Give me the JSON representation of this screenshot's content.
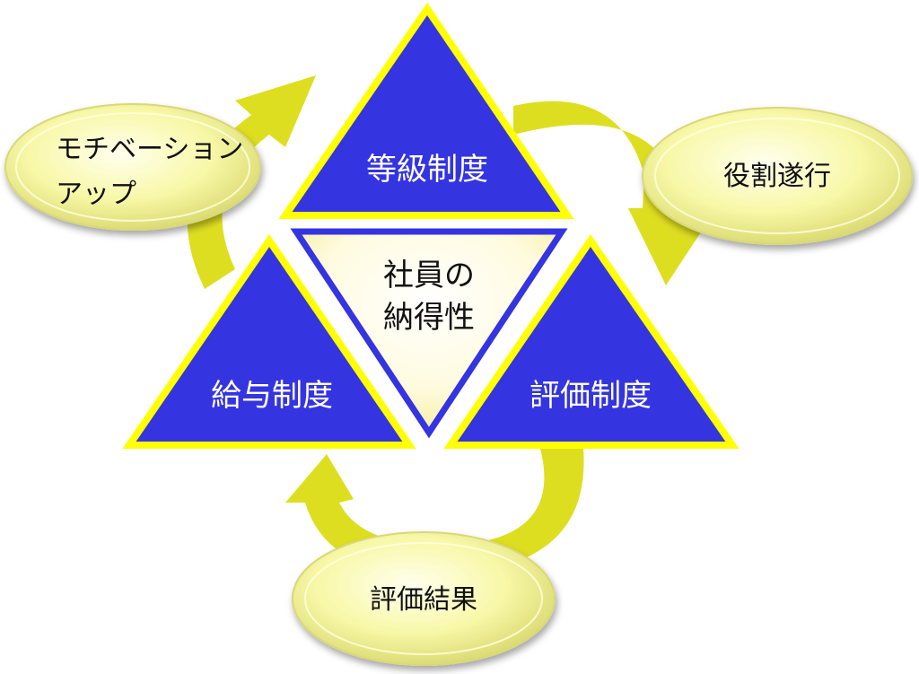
{
  "colors": {
    "triangle_fill": "#3434e0",
    "triangle_border": "#ffff00",
    "center_fill": "#fffde6",
    "center_border": "#3434e0",
    "arrow": "#dede20",
    "ellipse_fill": "#fafab0",
    "ellipse_border": "#d8d87a"
  },
  "diagram": {
    "center": {
      "line1": "社員の",
      "line2": "納得性"
    },
    "triangles": {
      "top": {
        "label": "等級制度"
      },
      "left": {
        "label": "給与制度"
      },
      "right": {
        "label": "評価制度"
      }
    },
    "ellipses": {
      "motivation": {
        "line1": "モチベーション",
        "line2": "アップ"
      },
      "role": {
        "label": "役割遂行"
      },
      "result": {
        "label": "評価結果"
      }
    }
  }
}
